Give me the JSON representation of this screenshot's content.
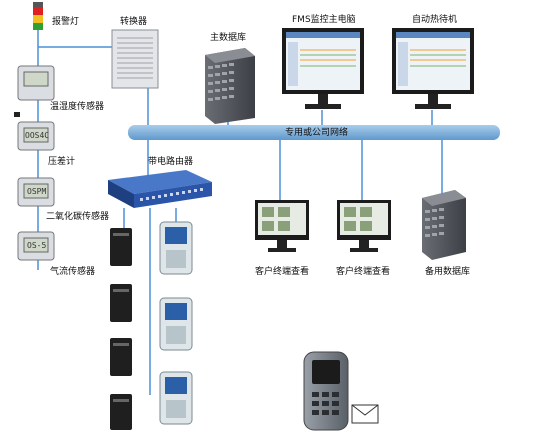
{
  "labels": {
    "alarm_light": "报警灯",
    "switch": "转换器",
    "main_db": "主数据库",
    "fms_host": "FMS监控主电脑",
    "standby_host": "自动热待机",
    "temp_humidity": "温湿度传感器",
    "diff_pressure": "压差计",
    "co2": "二氧化碳传感器",
    "airflow": "气流传感器",
    "router": "带电路由器",
    "network": "专用或公司网络",
    "client1": "客户终端查看",
    "client2": "客户终端查看",
    "backup_db": "备用数据库"
  },
  "sensor_readings": [
    "",
    "OOS4C",
    "OSPM",
    "OS-5"
  ],
  "colors": {
    "network_bus": "#7fb2dc",
    "wire": "#4a90d9",
    "router": "#2b55a8",
    "alarm_red": "#e02020",
    "alarm_yellow": "#f0c020",
    "alarm_green": "#30a030"
  }
}
